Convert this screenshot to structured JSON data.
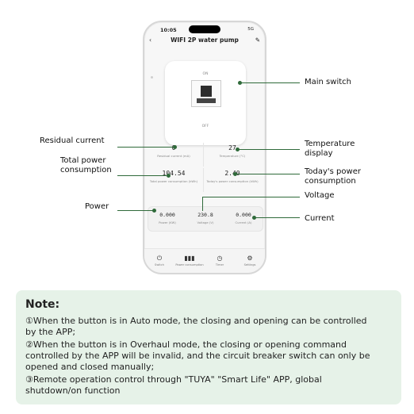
{
  "phone": {
    "time": "10:05",
    "status_right": "5G",
    "title": "WIFI 2P water pump",
    "back_icon": "chevron-left-icon",
    "edit_icon": "pencil-icon",
    "switch": {
      "on_label": "ON",
      "off_label": "OFF",
      "state": "ON"
    },
    "stats": [
      {
        "value": "0",
        "label": "Residual current (mA)"
      },
      {
        "value": "27",
        "label": "Temperature (°C)"
      },
      {
        "value": "104.54",
        "label": "Total power consumption (kWh)"
      },
      {
        "value": "2.40",
        "label": "Today's power consumption (kWh)"
      }
    ],
    "power_row": [
      {
        "value": "0.000",
        "label": "Power (KW)"
      },
      {
        "value": "230.8",
        "label": "Voltage (V)"
      },
      {
        "value": "0.000",
        "label": "Current (A)"
      }
    ],
    "tabs": [
      {
        "icon": "power-icon",
        "label": "Switch"
      },
      {
        "icon": "bar-chart-icon",
        "label": "Power consumption"
      },
      {
        "icon": "clock-icon",
        "label": "Timer"
      },
      {
        "icon": "gear-icon",
        "label": "Settings"
      }
    ]
  },
  "callouts": {
    "main_switch": "Main switch",
    "residual_current": "Residual current",
    "temperature_display_1": "Temperature",
    "temperature_display_2": "display",
    "total_power_1": "Total power",
    "total_power_2": "consumption",
    "todays_power_1": "Today's power",
    "todays_power_2": "consumption",
    "voltage": "Voltage",
    "power": "Power",
    "current": "Current"
  },
  "note": {
    "title": "Note:",
    "line1": "①When the button is in Auto mode, the closing and opening can be controlled",
    "line2": "by the APP;",
    "line3": "②When the button is in Overhaul mode, the closing or opening command",
    "line4": "controlled by the APP will be invalid, and the circuit breaker switch can only be",
    "line5": "opened and closed manually;",
    "line6": "③Remote operation control through \"TUYA\" \"Smart Life\" APP, global",
    "line7": "shutdown/on function"
  },
  "colors": {
    "accent": "#2f6a3a",
    "note_bg": "#e6f2e8"
  }
}
